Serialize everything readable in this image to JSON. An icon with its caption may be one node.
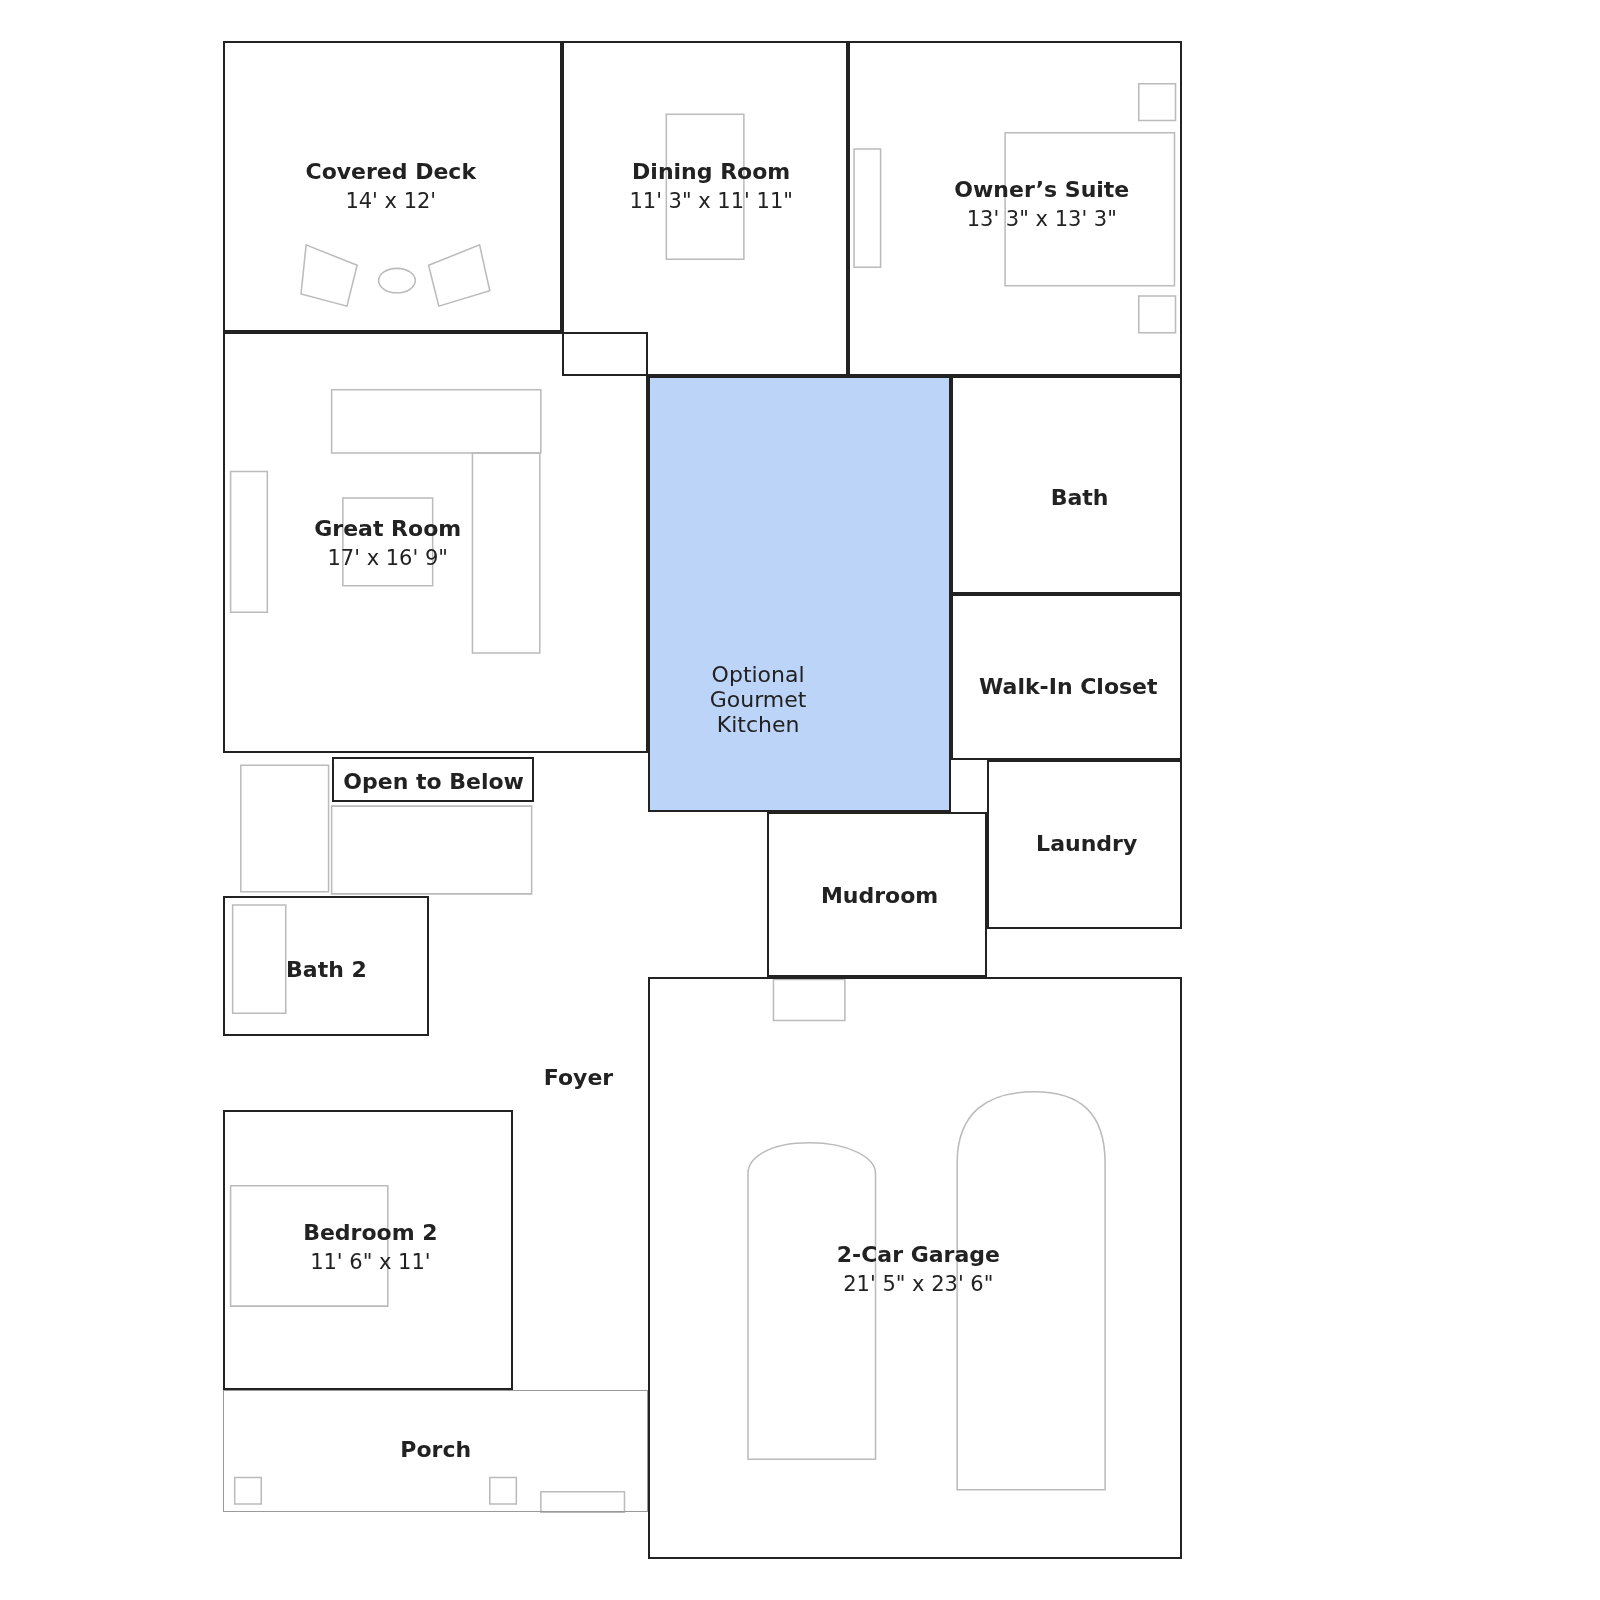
{
  "diagram": {
    "nodes": [
      {
        "text": [
          "Covered Deck",
          "14' x 12'"
        ]
      },
      {
        "text": [
          "Dining Room",
          "11' 3\" x 11' 11\""
        ]
      },
      {
        "text": [
          "Owner’s Suite",
          "13' 3\" x 13' 3\""
        ]
      },
      {
        "text": [
          "Bath"
        ]
      },
      {
        "text": [
          "Great Room",
          "17' x 16' 9\""
        ]
      },
      {
        "text": [
          "Walk-In Closet"
        ]
      },
      {
        "text": [
          "Optional Gourmet Kitchen"
        ]
      },
      {
        "text": [
          "Open to Below"
        ]
      },
      {
        "text": [
          "Laundry"
        ]
      },
      {
        "text": [
          "Mudroom"
        ]
      },
      {
        "text": [
          "Bath 2"
        ]
      },
      {
        "text": [
          "Foyer"
        ]
      },
      {
        "text": [
          "Bedroom 2",
          "11' 6\" x 11'"
        ]
      },
      {
        "text": [
          "2-Car Garage",
          "21' 5\" x 23' 6\""
        ]
      },
      {
        "text": [
          "Porch"
        ]
      }
    ]
  }
}
